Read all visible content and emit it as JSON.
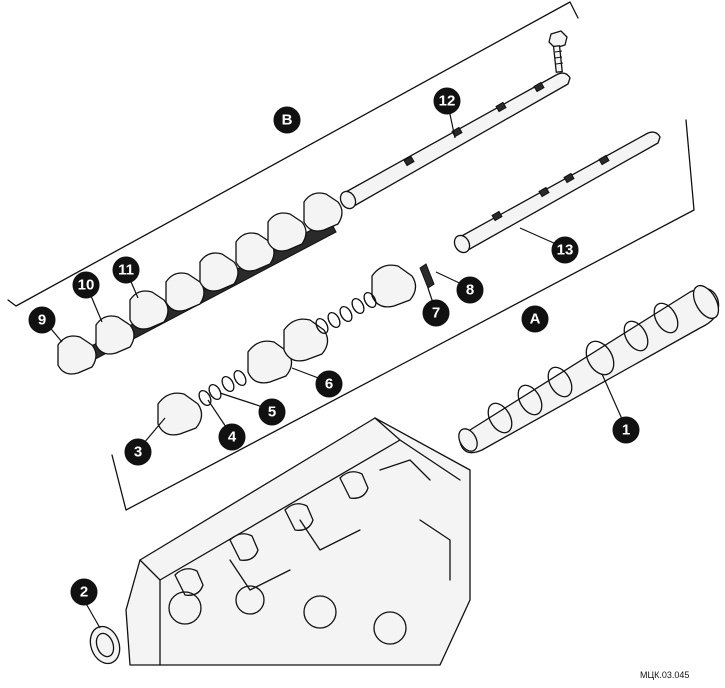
{
  "diagram": {
    "reference_code": "МЦК.03.045",
    "callouts": [
      {
        "id": "1",
        "label": "1"
      },
      {
        "id": "2",
        "label": "2"
      },
      {
        "id": "3",
        "label": "3"
      },
      {
        "id": "4",
        "label": "4"
      },
      {
        "id": "5",
        "label": "5"
      },
      {
        "id": "6",
        "label": "6"
      },
      {
        "id": "7",
        "label": "7"
      },
      {
        "id": "8",
        "label": "8"
      },
      {
        "id": "9",
        "label": "9"
      },
      {
        "id": "10",
        "label": "10"
      },
      {
        "id": "11",
        "label": "11"
      },
      {
        "id": "12",
        "label": "12"
      },
      {
        "id": "13",
        "label": "13"
      },
      {
        "id": "A",
        "label": "A"
      },
      {
        "id": "B",
        "label": "B"
      }
    ]
  }
}
